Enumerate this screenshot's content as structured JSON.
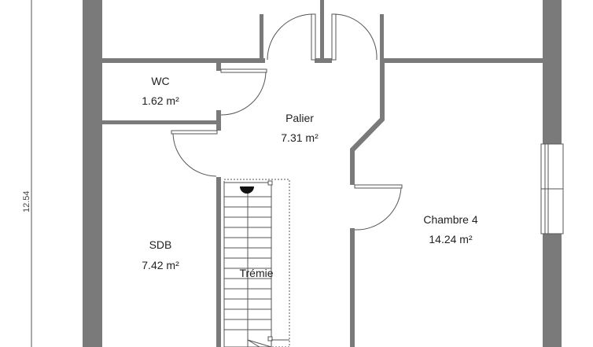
{
  "dimension": {
    "value": "12.54"
  },
  "rooms": [
    {
      "key": "wc",
      "name": "WC",
      "area": "1.62 m²"
    },
    {
      "key": "palier",
      "name": "Palier",
      "area": "7.31 m²"
    },
    {
      "key": "sdb",
      "name": "SDB",
      "area": "7.42 m²"
    },
    {
      "key": "chambre4",
      "name": "Chambre 4",
      "area": "14.24 m²"
    }
  ],
  "tremie": {
    "label": "Trémie"
  },
  "colors": {
    "wall": "#7a7a7a",
    "line": "#555555",
    "background": "#ffffff"
  }
}
